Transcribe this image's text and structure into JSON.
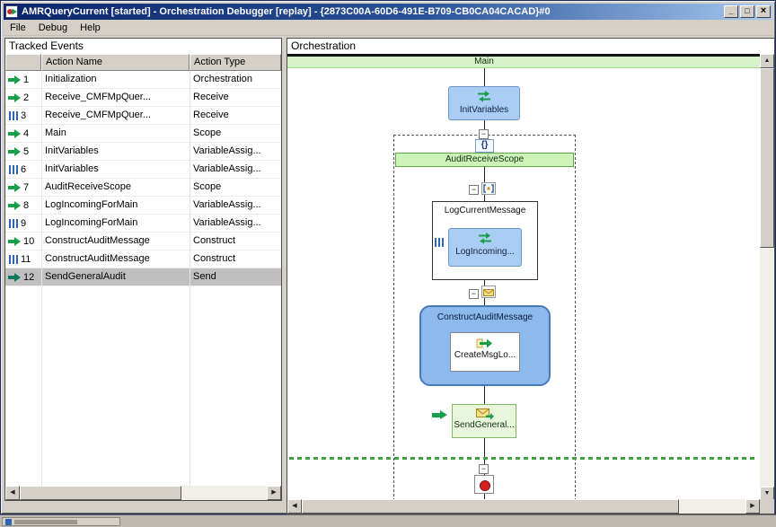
{
  "window": {
    "title": "AMRQueryCurrent [started] - Orchestration Debugger [replay] - {2873C00A-60D6-491E-B709-CB0CA04CACAD}#0"
  },
  "icons": {
    "minimize": "_",
    "maximize": "□",
    "close": "×",
    "minus": "−",
    "scope_braces": "{}",
    "arrow_up": "▲",
    "arrow_down": "▼",
    "arrow_left": "◀",
    "arrow_right": "▶",
    "app_icon": "orchestration-debugger-icon",
    "row_icon_names": [
      "event-started-arrow-icon",
      "event-ended-bars-icon",
      "current-event-arrow-icon"
    ]
  },
  "menu": {
    "items": [
      {
        "label": "File"
      },
      {
        "label": "Debug"
      },
      {
        "label": "Help"
      }
    ]
  },
  "tracked": {
    "title": "Tracked Events",
    "columns": [
      "",
      "Action Name",
      "Action Type"
    ],
    "rows": [
      {
        "num": "1",
        "name": "Initialization",
        "type": "Orchestration",
        "icon": "arrow-green",
        "selected": false
      },
      {
        "num": "2",
        "name": "Receive_CMFMpQuer...",
        "type": "Receive",
        "icon": "arrow-green",
        "selected": false
      },
      {
        "num": "3",
        "name": "Receive_CMFMpQuer...",
        "type": "Receive",
        "icon": "bars-blue",
        "selected": false
      },
      {
        "num": "4",
        "name": "Main",
        "type": "Scope",
        "icon": "arrow-green",
        "selected": false
      },
      {
        "num": "5",
        "name": "InitVariables",
        "type": "VariableAssig...",
        "icon": "arrow-green",
        "selected": false
      },
      {
        "num": "6",
        "name": "InitVariables",
        "type": "VariableAssig...",
        "icon": "bars-blue",
        "selected": false
      },
      {
        "num": "7",
        "name": "AuditReceiveScope",
        "type": "Scope",
        "icon": "arrow-green",
        "selected": false
      },
      {
        "num": "8",
        "name": "LogIncomingForMain",
        "type": "VariableAssig...",
        "icon": "arrow-green",
        "selected": false
      },
      {
        "num": "9",
        "name": "LogIncomingForMain",
        "type": "VariableAssig...",
        "icon": "bars-blue",
        "selected": false
      },
      {
        "num": "10",
        "name": "ConstructAuditMessage",
        "type": "Construct",
        "icon": "arrow-green",
        "selected": false
      },
      {
        "num": "11",
        "name": "ConstructAuditMessage",
        "type": "Construct",
        "icon": "bars-blue",
        "selected": false
      },
      {
        "num": "12",
        "name": "SendGeneralAudit",
        "type": "Send",
        "icon": "arrow-teal",
        "selected": true
      }
    ]
  },
  "orchestration": {
    "title": "Orchestration",
    "shapes": {
      "main_scope": "Main",
      "init_variables": "InitVariables",
      "audit_receive_scope": "AuditReceiveScope",
      "log_current_message": "LogCurrentMessage",
      "log_incoming": "LogIncoming...",
      "construct_audit_message": "ConstructAuditMessage",
      "create_msg": "CreateMsgLo...",
      "send_general": "SendGeneral..."
    }
  },
  "colors": {
    "titlebar_start": "#0A246A",
    "titlebar_end": "#A6CAF0",
    "window_face": "#D4D0C8",
    "selection": "#C0C0C0",
    "action_box_blue": "#A9CDF4",
    "construct_box_blue": "#8CBAEC",
    "scope_bar_green": "#CDF2BA",
    "send_box_green": "#E8F6DC",
    "started_arrow_green": "#18A048",
    "ended_bars_blue": "#2E66B0"
  }
}
